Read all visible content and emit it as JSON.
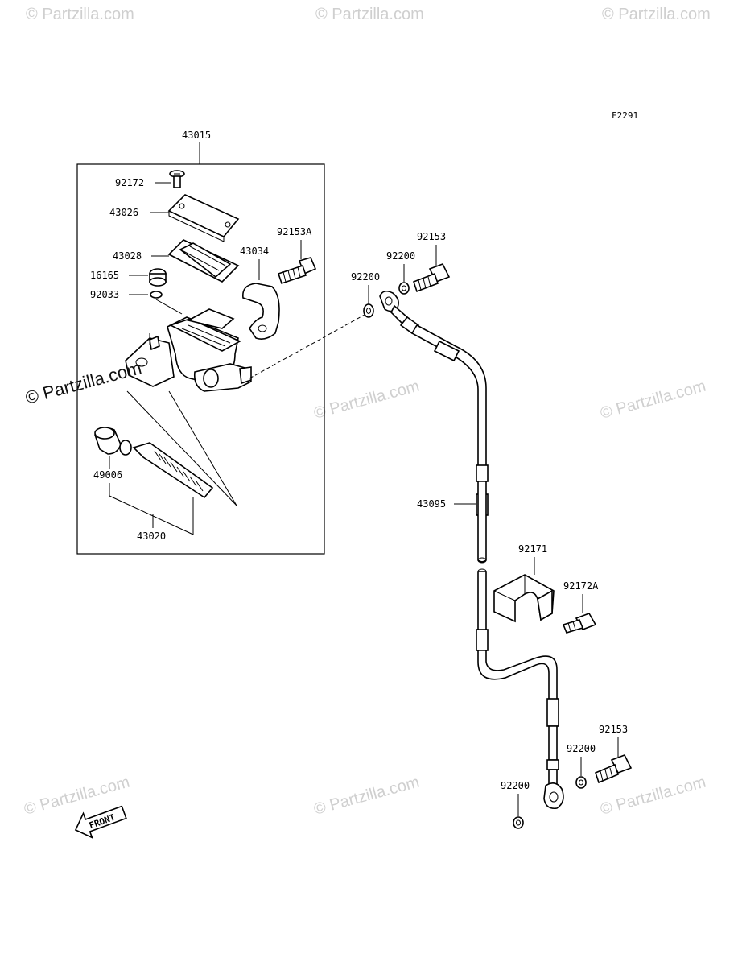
{
  "figure_code": "F2291",
  "watermark": "© Partzilla.com",
  "watermark_main": "© Partzilla.com",
  "front_label": "FRONT",
  "parts": {
    "p43015": "43015",
    "p92172": "92172",
    "p43026": "43026",
    "p92153A": "92153A",
    "p43028": "43028",
    "p43034": "43034",
    "p16165": "16165",
    "p92033": "92033",
    "p49006": "49006",
    "p43020": "43020",
    "p92153_top": "92153",
    "p92200_a": "92200",
    "p92200_b": "92200",
    "p43095": "43095",
    "p92171": "92171",
    "p92172A": "92172A",
    "p92153_bot": "92153",
    "p92200_c": "92200",
    "p92200_d": "92200"
  }
}
